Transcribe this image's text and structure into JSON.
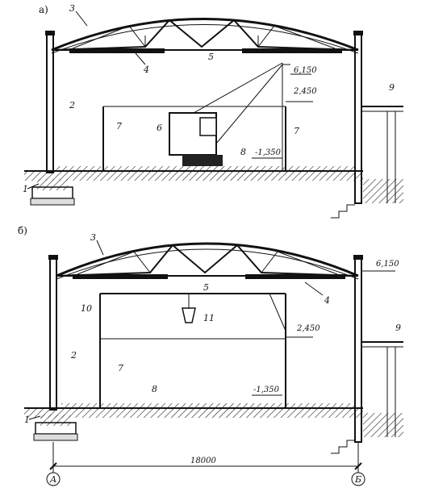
{
  "panel_a": {
    "section_label": "а)",
    "elevation_top": "6,150",
    "elevation_mid": "2,450",
    "elevation_low": "-1,350",
    "labels": [
      "1",
      "2",
      "3",
      "4",
      "5",
      "6",
      "7",
      "7",
      "8",
      "9"
    ]
  },
  "panel_b": {
    "section_label": "б)",
    "elevation_top": "6,150",
    "elevation_mid": "2,450",
    "elevation_low": "-1,350",
    "labels": [
      "1",
      "2",
      "3",
      "4",
      "5",
      "7",
      "8",
      "9",
      "10",
      "11"
    ]
  },
  "span_dimension": "18000",
  "axis_left": "А",
  "axis_right": "Б"
}
